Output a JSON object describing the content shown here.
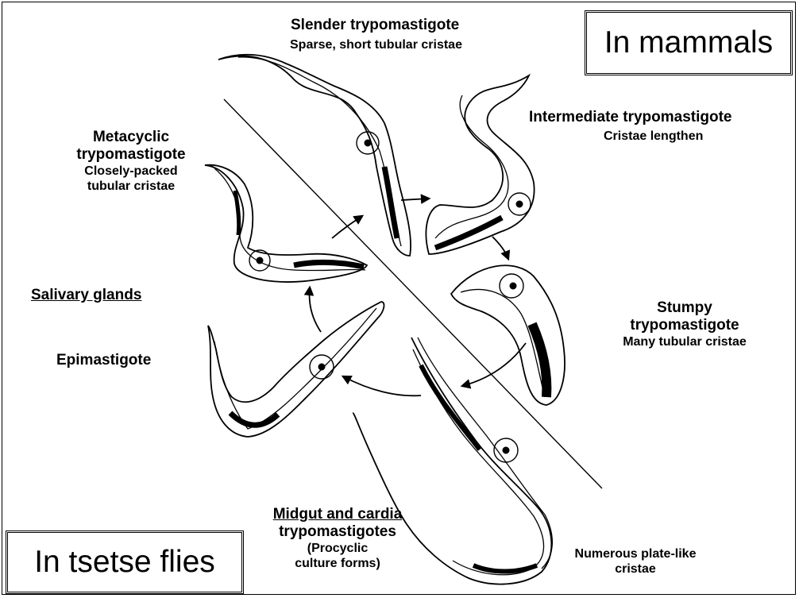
{
  "labels": {
    "slender_title": "Slender trypomastigote",
    "slender_note": "Sparse, short tubular cristae",
    "intermediate_title": "Intermediate trypomastigote",
    "intermediate_note": "Cristae lengthen",
    "metacyclic_title_1": "Metacyclic",
    "metacyclic_title_2": "trypomastigote",
    "metacyclic_note_1": "Closely-packed",
    "metacyclic_note_2": "tubular cristae",
    "salivary_glands": "Salivary glands",
    "epimastigote": "Epimastigote",
    "stumpy_title_1": "Stumpy",
    "stumpy_title_2": "trypomastigote",
    "stumpy_note": "Many tubular cristae",
    "midgut_title_1": "Midgut and cardia",
    "midgut_title_2": "trypomastigotes",
    "midgut_note_1": "(Procyclic",
    "midgut_note_2": "culture forms)",
    "numerous_note_1": "Numerous plate-like",
    "numerous_note_2": "cristae"
  },
  "boxes": {
    "mammals": "In mammals",
    "tsetse": "In tsetse flies"
  }
}
